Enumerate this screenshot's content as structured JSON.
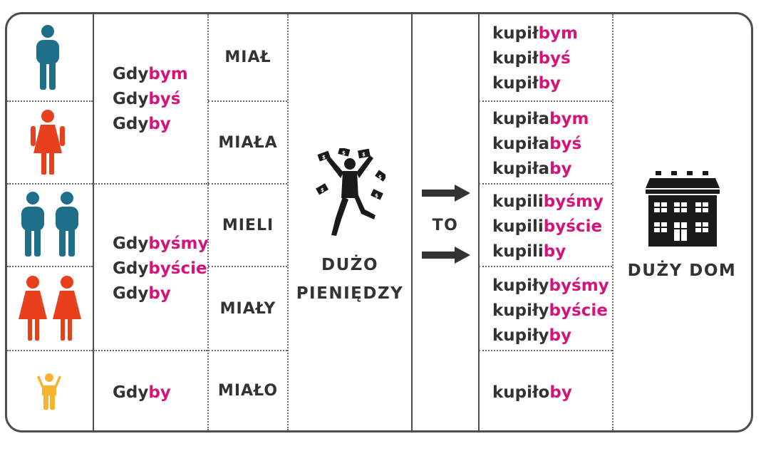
{
  "colors": {
    "border": "#4d4d4d",
    "text": "#333333",
    "suffix": "#d4147a",
    "male": "#1f6f8b",
    "female": "#e8401c",
    "child": "#f5b531"
  },
  "people": [
    {
      "icon": "man-icon",
      "color": "#1f6f8b"
    },
    {
      "icon": "woman-icon",
      "color": "#e8401c"
    },
    {
      "icon": "two-men-icon",
      "color": "#1f6f8b"
    },
    {
      "icon": "two-women-icon",
      "color": "#e8401c"
    },
    {
      "icon": "child-icon",
      "color": "#f5b531"
    }
  ],
  "conditional": {
    "singular": [
      {
        "stem": "Gdy",
        "suffix": "bym"
      },
      {
        "stem": "Gdy",
        "suffix": "byś"
      },
      {
        "stem": "Gdy",
        "suffix": "by"
      }
    ],
    "plural": [
      {
        "stem": "Gdy",
        "suffix": "byśmy"
      },
      {
        "stem": "Gdy",
        "suffix": "byście"
      },
      {
        "stem": "Gdy",
        "suffix": "by"
      }
    ],
    "neuter": [
      {
        "stem": "Gdy",
        "suffix": "by"
      }
    ]
  },
  "verb_forms": [
    "MIAŁ",
    "MIAŁA",
    "MIELI",
    "MIAŁY",
    "MIAŁO"
  ],
  "money": {
    "line1": "DUŻO",
    "line2": "PIENIĘDZY",
    "icon": "person-throwing-money-icon"
  },
  "connector": {
    "label": "TO",
    "icon": "arrow-right-icon"
  },
  "results": [
    [
      {
        "stem": "kupił",
        "suffix": "bym"
      },
      {
        "stem": "kupił",
        "suffix": "byś"
      },
      {
        "stem": "kupił",
        "suffix": "by"
      }
    ],
    [
      {
        "stem": "kupiła",
        "suffix": "bym"
      },
      {
        "stem": "kupiła",
        "suffix": "byś"
      },
      {
        "stem": "kupiła",
        "suffix": "by"
      }
    ],
    [
      {
        "stem": "kupili",
        "suffix": "byśmy"
      },
      {
        "stem": "kupili",
        "suffix": "byście"
      },
      {
        "stem": "kupili",
        "suffix": "by"
      }
    ],
    [
      {
        "stem": "kupiły",
        "suffix": "byśmy"
      },
      {
        "stem": "kupiły",
        "suffix": "byście"
      },
      {
        "stem": "kupiły",
        "suffix": "by"
      }
    ],
    [
      {
        "stem": "kupiło",
        "suffix": "by"
      }
    ]
  ],
  "house": {
    "label": "DUŻY DOM",
    "icon": "building-icon"
  }
}
